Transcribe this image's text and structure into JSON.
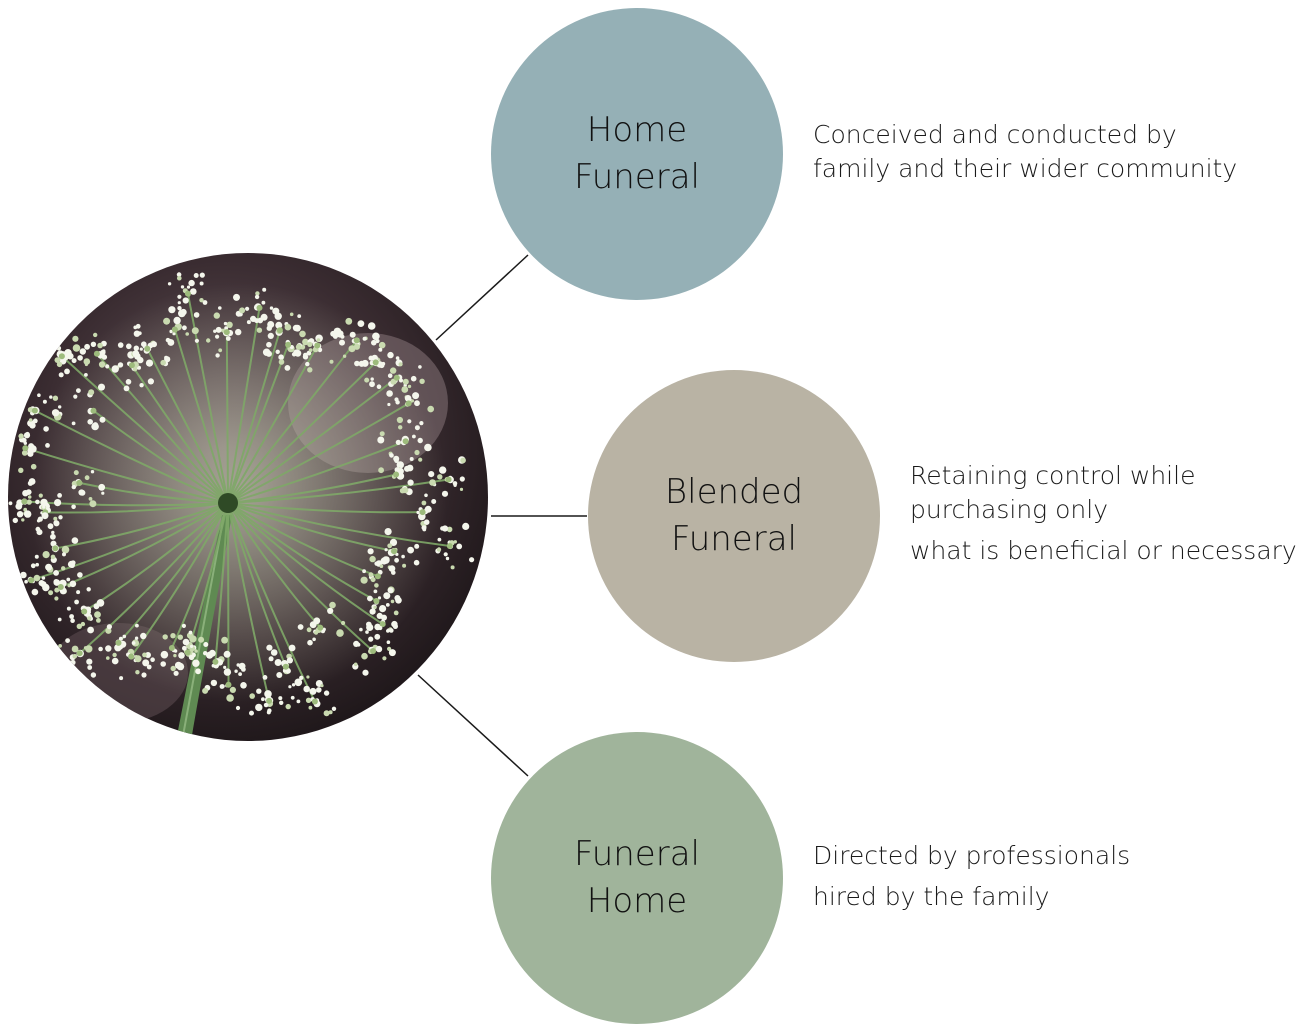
{
  "colors": {
    "home_funeral": "#95b0b6",
    "blended_funeral": "#b9b3a4",
    "funeral_home": "#a0b49b",
    "connector": "#1a1a1a",
    "flower_background": "#2a2024"
  },
  "central_image": {
    "icon": "queen-annes-lace-flower-photo"
  },
  "nodes": [
    {
      "title_line1": "Home",
      "title_line2": "Funeral",
      "description": [
        "Conceived and conducted by",
        "family and their wider community"
      ]
    },
    {
      "title_line1": "Blended",
      "title_line2": "Funeral",
      "description": [
        "Retaining control while",
        "purchasing only",
        "what is beneficial or necessary"
      ]
    },
    {
      "title_line1": "Funeral",
      "title_line2": "Home",
      "description": [
        "Directed by professionals",
        "hired by the family"
      ]
    }
  ]
}
